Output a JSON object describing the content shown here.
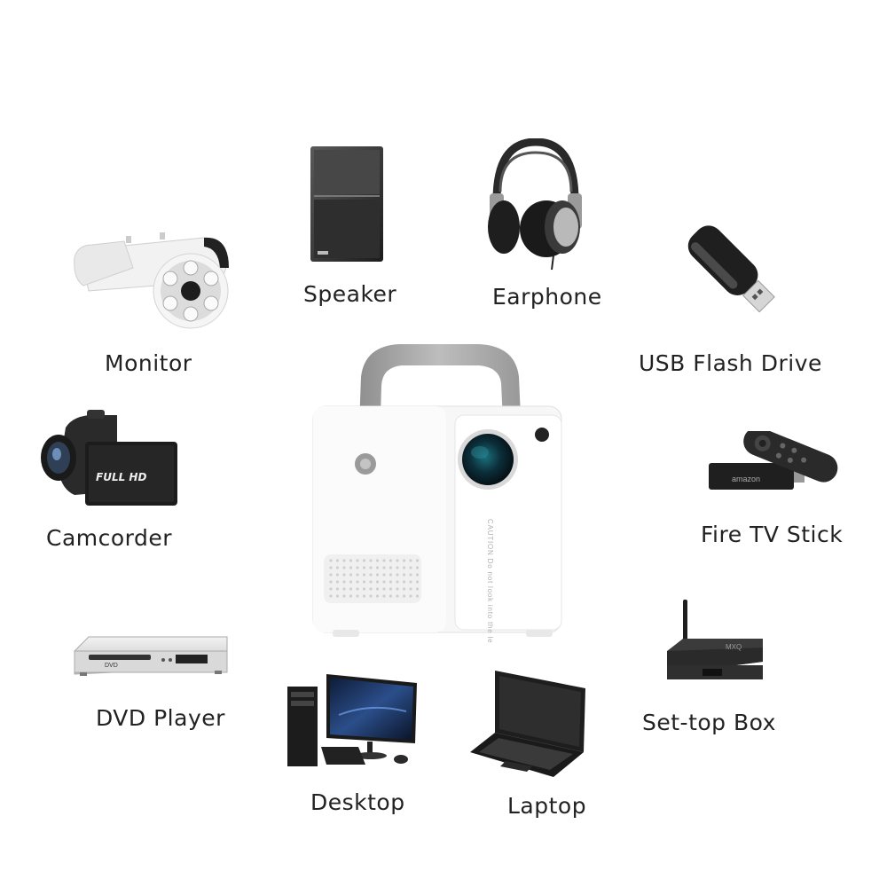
{
  "devices": {
    "speaker": "Speaker",
    "earphone": "Earphone",
    "monitor": "Monitor",
    "usb_flash_drive": "USB Flash Drive",
    "camcorder": "Camcorder",
    "fire_tv_stick": "Fire TV Stick",
    "dvd_player": "DVD Player",
    "set_top_box": "Set-top Box",
    "desktop": "Desktop",
    "laptop": "Laptop"
  },
  "product_text": {
    "caution": "CAUTION Do not look into the lens.",
    "camcorder_badge": "FULL HD",
    "firestick_brand": "amazon",
    "dvd_badge": "DVD",
    "settop_brand": "MXQ"
  },
  "icons": {
    "projector": "projector-icon",
    "speaker": "speaker-icon",
    "earphone": "headphones-icon",
    "monitor": "security-camera-icon",
    "usb": "usb-drive-icon",
    "camcorder": "camcorder-icon",
    "firetv": "fire-tv-stick-icon",
    "dvd": "dvd-player-icon",
    "settop": "set-top-box-icon",
    "desktop": "desktop-computer-icon",
    "laptop": "laptop-icon"
  }
}
